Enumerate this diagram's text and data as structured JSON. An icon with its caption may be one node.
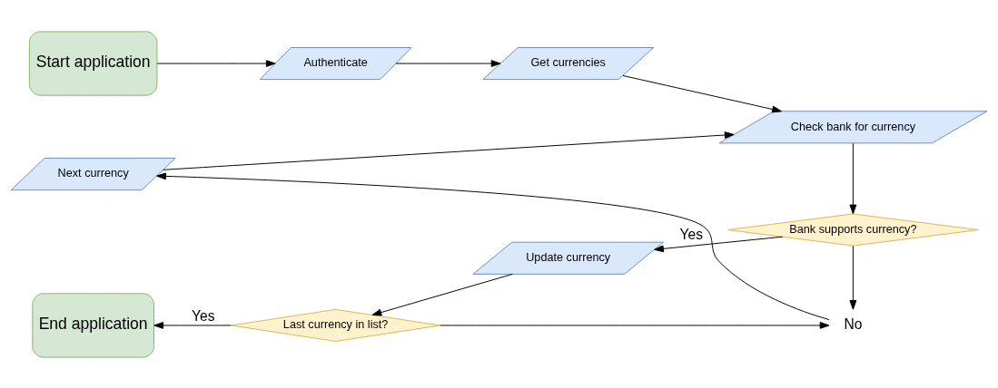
{
  "diagram": {
    "nodes": [
      {
        "text": [
          "Start application"
        ]
      },
      {
        "text": [
          "Authenticate"
        ]
      },
      {
        "text": [
          "Get currencies"
        ]
      },
      {
        "text": [
          "Check bank for currency"
        ]
      },
      {
        "text": [
          "Next currency"
        ]
      },
      {
        "text": [
          "End application"
        ]
      },
      {
        "text": [
          "Last currency in list?"
        ]
      },
      {
        "text": [
          "Update currency"
        ]
      },
      {
        "text": [
          "Bank supports currency?"
        ]
      },
      {
        "text": [
          "No"
        ]
      }
    ],
    "edges": [
      {
        "from": 0,
        "to": 1,
        "arrow": "to"
      },
      {
        "from": 1,
        "to": 2,
        "arrow": "to"
      },
      {
        "from": 2,
        "to": 3,
        "arrow": "to"
      },
      {
        "from": 4,
        "to": 3,
        "arrow": "to"
      },
      {
        "from": 3,
        "to": 8,
        "arrow": "to"
      },
      {
        "from": 8,
        "to": 7,
        "arrow": "to",
        "label": "Yes"
      },
      {
        "from": 7,
        "to": 6,
        "arrow": "to"
      },
      {
        "from": 6,
        "to": 5,
        "arrow": "to",
        "label": "Yes"
      },
      {
        "from": 8,
        "to": 9,
        "arrow": "to"
      },
      {
        "from": 6,
        "to": 9,
        "arrow": "to"
      },
      {
        "from": 9,
        "to": 4,
        "arrow": "to"
      }
    ]
  }
}
